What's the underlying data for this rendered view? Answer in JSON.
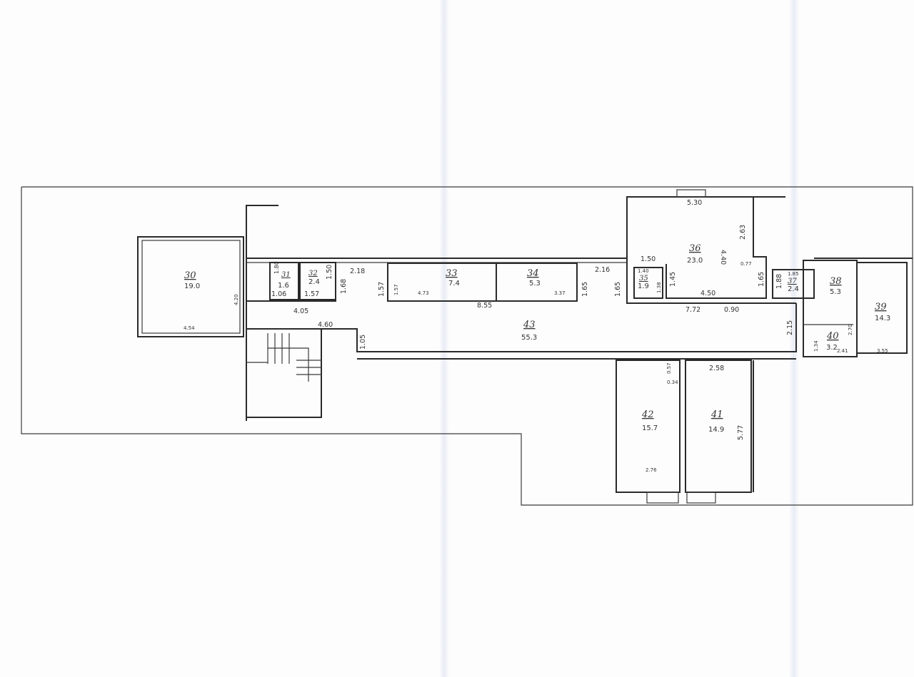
{
  "rooms": [
    {
      "number": "30",
      "area": "19.0"
    },
    {
      "number": "31",
      "area": "1.6"
    },
    {
      "number": "32",
      "area": "2.4"
    },
    {
      "number": "33",
      "area": "7.4"
    },
    {
      "number": "34",
      "area": "5.3"
    },
    {
      "number": "35",
      "area": "1.9"
    },
    {
      "number": "36",
      "area": "23.0"
    },
    {
      "number": "37",
      "area": "2.4"
    },
    {
      "number": "38",
      "area": "5.3"
    },
    {
      "number": "39",
      "area": "14.3"
    },
    {
      "number": "40",
      "area": "3.2"
    },
    {
      "number": "41",
      "area": "14.9"
    },
    {
      "number": "42",
      "area": "15.7"
    },
    {
      "number": "43",
      "area": "55.3"
    }
  ],
  "dimensions": [
    "4.54",
    "4.20",
    "1.80",
    "1.06",
    "1.57",
    "1.50",
    "1.68",
    "4.05",
    "2.18",
    "4.60",
    "1.05",
    "1.57",
    "1.57",
    "4.73",
    "3.37",
    "8.55",
    "1.65",
    "2.16",
    "1.65",
    "1.40",
    "1.38",
    "1.45",
    "1.50",
    "5.30",
    "4.40",
    "2.63",
    "0.77",
    "1.65",
    "4.50",
    "7.72",
    "0.90",
    "1.85",
    "1.88",
    "2.15",
    "2.70",
    "1.34",
    "2.41",
    "3.55",
    "0.57",
    "0.34",
    "2.58",
    "5.77",
    "2.76"
  ]
}
